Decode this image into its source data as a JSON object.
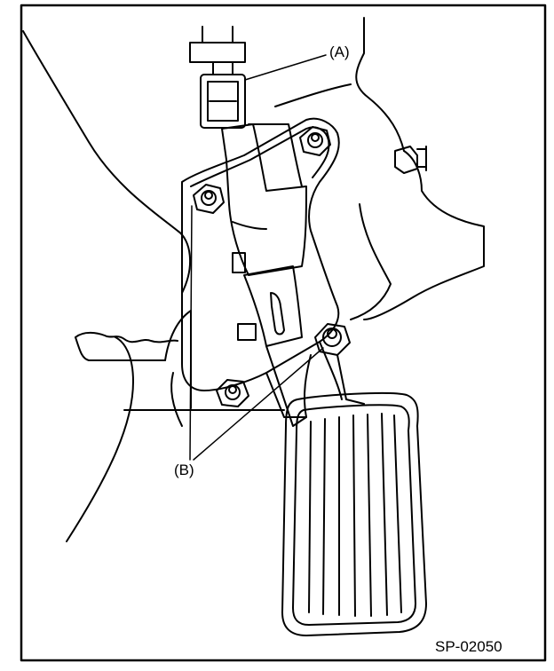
{
  "labels": {
    "a": "(A)",
    "b": "(B)"
  },
  "figure_code": "SP-02050",
  "colors": {
    "line": "#000000",
    "background": "#ffffff"
  }
}
